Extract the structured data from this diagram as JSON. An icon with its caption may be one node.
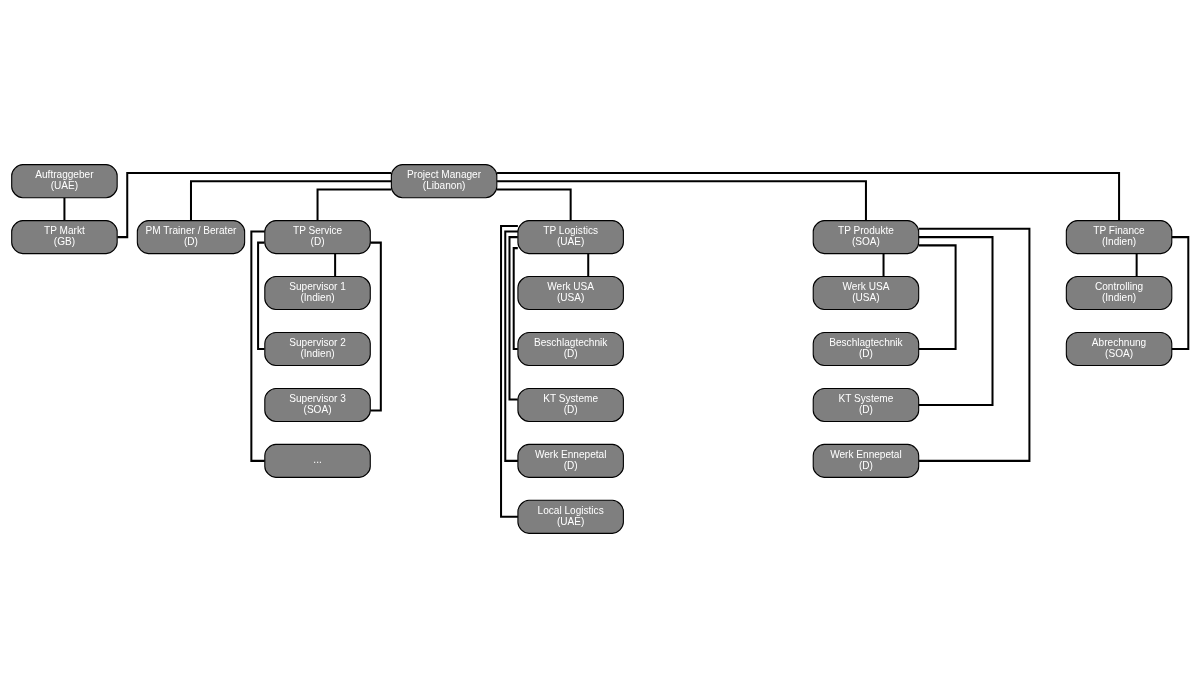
{
  "diagram": {
    "nodes": [
      {
        "text": [
          "Auftraggeber",
          "(UAE)"
        ]
      },
      {
        "text": [
          "Project Manager",
          "(Libanon)"
        ]
      },
      {
        "text": [
          "PM Trainer / Berater",
          "(D)"
        ]
      },
      {
        "text": [
          "TP Markt",
          "(GB)"
        ]
      },
      {
        "text": [
          "TP Service",
          "(D)"
        ]
      },
      {
        "text": [
          "TP Logistics",
          "(UAE)"
        ]
      },
      {
        "text": [
          "TP Produkte",
          "(SOA)"
        ]
      },
      {
        "text": [
          "TP Finance",
          "(Indien)"
        ]
      },
      {
        "text": [
          "Supervisor 1",
          "(Indien)"
        ]
      },
      {
        "text": [
          "Supervisor 2",
          "(Indien)"
        ]
      },
      {
        "text": [
          "Supervisor 3",
          "(SOA)"
        ]
      },
      {
        "text": [
          "..."
        ]
      },
      {
        "text": [
          "Werk USA",
          "(USA)"
        ]
      },
      {
        "text": [
          "Beschlagtechnik",
          "(D)"
        ]
      },
      {
        "text": [
          "KT Systeme",
          "(D)"
        ]
      },
      {
        "text": [
          "Werk Ennepetal",
          "(D)"
        ]
      },
      {
        "text": [
          "Local Logistics",
          "(UAE)"
        ]
      },
      {
        "text": [
          "Werk USA",
          "(USA)"
        ]
      },
      {
        "text": [
          "Beschlagtechnik",
          "(D)"
        ]
      },
      {
        "text": [
          "KT Systeme",
          "(D)"
        ]
      },
      {
        "text": [
          "Werk Ennepetal",
          "(D)"
        ]
      },
      {
        "text": [
          "Controlling",
          "(Indien)"
        ]
      },
      {
        "text": [
          "Abrechnung",
          "(SOA)"
        ]
      }
    ],
    "edges": [
      {
        "from": 0,
        "to": 3,
        "arrow": "none"
      },
      {
        "from": 1,
        "to": 2,
        "arrow": "none"
      },
      {
        "from": 1,
        "to": 3,
        "arrow": "none"
      },
      {
        "from": 1,
        "to": 4,
        "arrow": "none"
      },
      {
        "from": 1,
        "to": 5,
        "arrow": "none"
      },
      {
        "from": 1,
        "to": 6,
        "arrow": "none"
      },
      {
        "from": 1,
        "to": 7,
        "arrow": "none"
      },
      {
        "from": 4,
        "to": 8,
        "arrow": "none"
      },
      {
        "from": 4,
        "to": 9,
        "arrow": "none"
      },
      {
        "from": 4,
        "to": 10,
        "arrow": "none"
      },
      {
        "from": 4,
        "to": 11,
        "arrow": "none"
      },
      {
        "from": 5,
        "to": 12,
        "arrow": "none"
      },
      {
        "from": 5,
        "to": 13,
        "arrow": "none"
      },
      {
        "from": 5,
        "to": 14,
        "arrow": "none"
      },
      {
        "from": 5,
        "to": 15,
        "arrow": "none"
      },
      {
        "from": 5,
        "to": 16,
        "arrow": "none"
      },
      {
        "from": 6,
        "to": 17,
        "arrow": "none"
      },
      {
        "from": 6,
        "to": 18,
        "arrow": "none"
      },
      {
        "from": 6,
        "to": 19,
        "arrow": "none"
      },
      {
        "from": 6,
        "to": 20,
        "arrow": "none"
      },
      {
        "from": 7,
        "to": 21,
        "arrow": "none"
      },
      {
        "from": 7,
        "to": 22,
        "arrow": "none"
      }
    ]
  }
}
